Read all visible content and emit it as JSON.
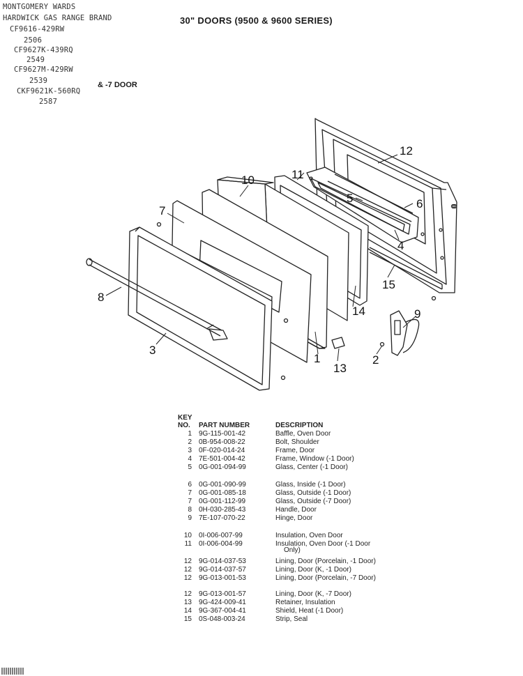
{
  "handwritten": {
    "line1": "MONTGOMERY WARDS",
    "line2": "HARDWICK GAS RANGE BRAND",
    "model1": "CF9616-429RW",
    "num1": "2506",
    "model2": "CF9627K-439RQ",
    "num2": "2549",
    "model3": "CF9627M-429RW",
    "num3": "2539",
    "model4": "CKF9621K-560RQ",
    "num4": "2587"
  },
  "page": {
    "title": "30\" DOORS (9500 & 9600 SERIES)",
    "subtitle": "& -7 DOOR"
  },
  "callouts": [
    "12",
    "11",
    "10",
    "7",
    "5",
    "6",
    "4",
    "15",
    "14",
    "8",
    "9",
    "3",
    "1",
    "13",
    "2"
  ],
  "table": {
    "key_label": "KEY",
    "no_label": "NO.",
    "part_label": "PART NUMBER",
    "desc_label": "DESCRIPTION",
    "rows": [
      {
        "key": "1",
        "part": "9G-115-001-42",
        "desc": "Baffle, Oven Door"
      },
      {
        "key": "2",
        "part": "0B-954-008-22",
        "desc": "Bolt, Shoulder"
      },
      {
        "key": "3",
        "part": "0F-020-014-24",
        "desc": "Frame, Door"
      },
      {
        "key": "4",
        "part": "7E-501-004-42",
        "desc": "Frame, Window (-1 Door)"
      },
      {
        "key": "5",
        "part": "0G-001-094-99",
        "desc": "Glass, Center (-1 Door)"
      },
      {
        "key": "6",
        "part": "0G-001-090-99",
        "desc": "Glass, Inside (-1 Door)"
      },
      {
        "key": "7",
        "part": "0G-001-085-18",
        "desc": "Glass, Outside (-1 Door)"
      },
      {
        "key": "7",
        "part": "0G-001-112-99",
        "desc": "Glass, Outside (-7 Door)"
      },
      {
        "key": "8",
        "part": "0H-030-285-43",
        "desc": "Handle, Door"
      },
      {
        "key": "9",
        "part": "7E-107-070-22",
        "desc": "Hinge, Door"
      },
      {
        "key": "10",
        "part": "0I-006-007-99",
        "desc": "Insulation, Oven Door"
      },
      {
        "key": "11",
        "part": "0I-006-004-99",
        "desc": "Insulation, Oven Door (-1 Door"
      },
      {
        "key": "12",
        "part": "9G-014-037-53",
        "desc": "Lining, Door (Porcelain, -1 Door)"
      },
      {
        "key": "12",
        "part": "9G-014-037-57",
        "desc": "Lining, Door (K, -1 Door)"
      },
      {
        "key": "12",
        "part": "9G-013-001-53",
        "desc": "Lining, Door (Porcelain, -7 Door)"
      },
      {
        "key": "12",
        "part": "9G-013-001-57",
        "desc": "Lining, Door (K, -7 Door)"
      },
      {
        "key": "13",
        "part": "9G-424-009-41",
        "desc": "Retainer, Insulation"
      },
      {
        "key": "14",
        "part": "9G-367-004-41",
        "desc": "Shield, Heat (-1 Door)"
      },
      {
        "key": "15",
        "part": "0S-048-003-24",
        "desc": "Strip, Seal"
      }
    ],
    "row11_cont": "Only)"
  }
}
